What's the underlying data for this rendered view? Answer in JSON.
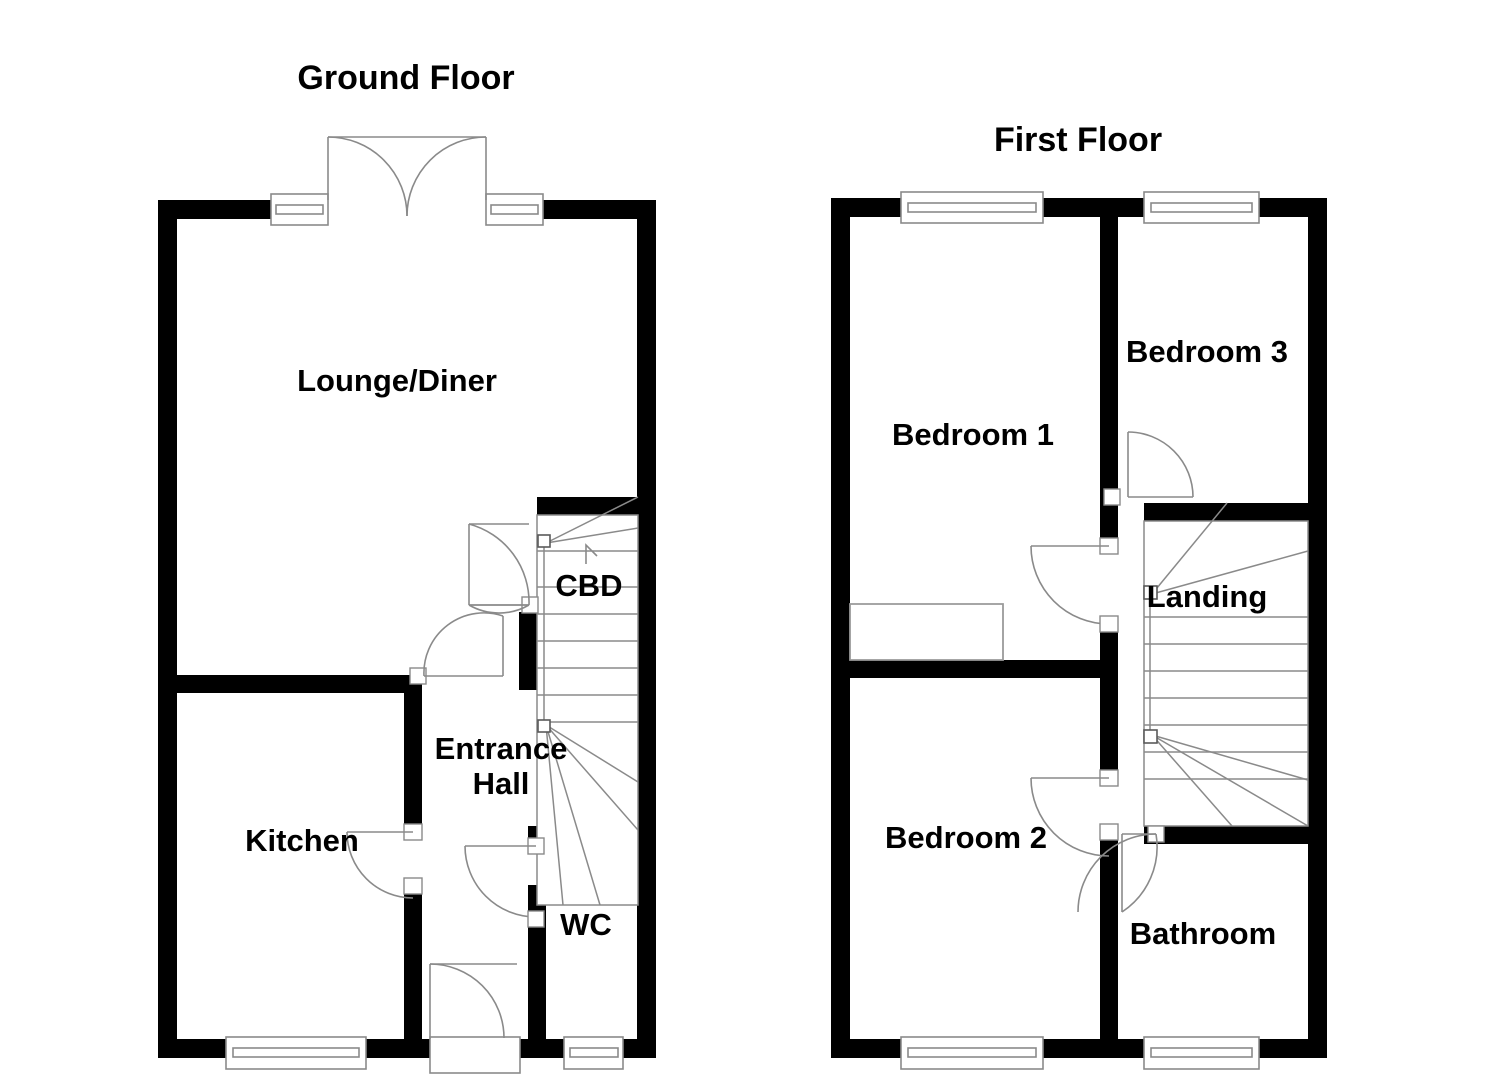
{
  "document": {
    "type": "residential-floor-plan",
    "background_color": "#ffffff",
    "wall_color": "#000000",
    "line_color": "#8a8a8a"
  },
  "floors": [
    {
      "id": "ground",
      "title": "Ground Floor",
      "rooms": [
        {
          "key": "lounge_diner",
          "label": "Lounge/Diner"
        },
        {
          "key": "kitchen",
          "label": "Kitchen"
        },
        {
          "key": "entrance_hall",
          "label": "Entrance",
          "label_line2": "Hall"
        },
        {
          "key": "cbd",
          "label": "CBD"
        },
        {
          "key": "wc",
          "label": "WC"
        }
      ]
    },
    {
      "id": "first",
      "title": "First Floor",
      "rooms": [
        {
          "key": "bedroom1",
          "label": "Bedroom 1"
        },
        {
          "key": "bedroom2",
          "label": "Bedroom 2"
        },
        {
          "key": "bedroom3",
          "label": "Bedroom 3"
        },
        {
          "key": "landing",
          "label": "Landing"
        },
        {
          "key": "bathroom",
          "label": "Bathroom"
        }
      ]
    }
  ],
  "labels": {
    "ground_floor_title": "Ground Floor",
    "first_floor_title": "First Floor",
    "lounge_diner": "Lounge/Diner",
    "kitchen": "Kitchen",
    "entrance_hall_line1": "Entrance",
    "entrance_hall_line2": "Hall",
    "cbd": "CBD",
    "wc": "WC",
    "bedroom1": "Bedroom 1",
    "bedroom2": "Bedroom 2",
    "bedroom3": "Bedroom 3",
    "landing": "Landing",
    "bathroom": "Bathroom"
  },
  "icons": {
    "stair_direction": "stair-up-arrow-icon",
    "window": "window-symbol-icon",
    "door": "door-swing-icon"
  }
}
